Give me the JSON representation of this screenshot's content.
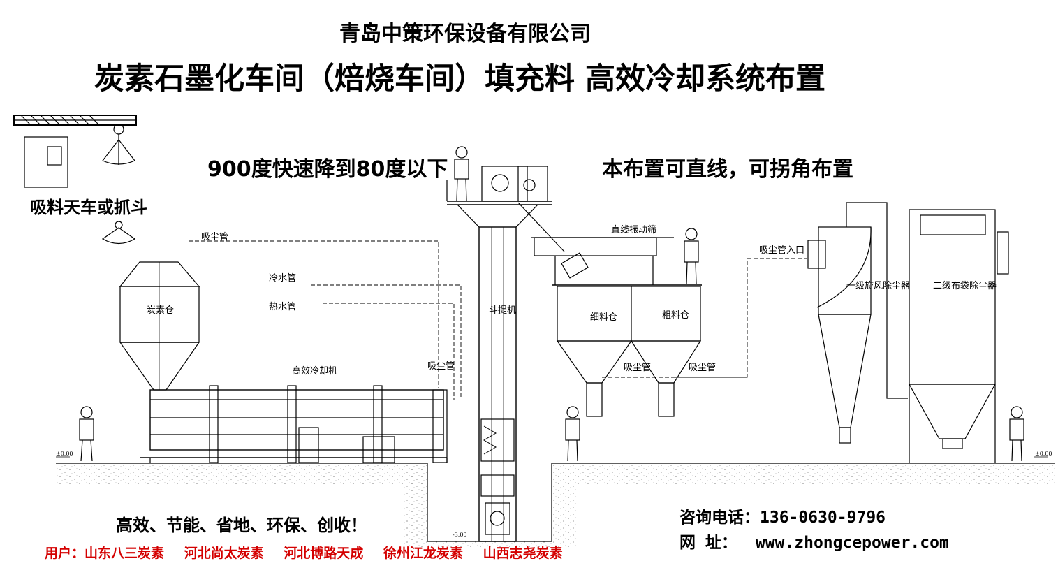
{
  "header": {
    "company": "青岛中策环保设备有限公司",
    "title": "炭素石墨化车间（焙烧车间）填充料 高效冷却系统布置"
  },
  "notes": {
    "cooling": "900度快速降到80度以下",
    "layout": "本布置可直线，可拐角布置",
    "crane": "吸料天车或抓斗"
  },
  "labels": {
    "dust_pipe": "吸尘管",
    "cold_water_pipe": "冷水管",
    "hot_water_pipe": "热水管",
    "carbon_silo": "炭素仓",
    "cooler": "高效冷却机",
    "elevator": "斗提机",
    "vibrating_screen": "直线振动筛",
    "fine_bin": "细料仓",
    "coarse_bin": "粗料仓",
    "dust_inlet": "吸尘管入口",
    "cyclone": "一级旋风除尘器",
    "bag_filter": "二级布袋除尘器",
    "level_zero": "±0.00",
    "level_pit": "-3.00"
  },
  "footer": {
    "slogan": "高效、节能、省地、环保、创收！",
    "users": [
      "用户：山东八三炭素",
      "河北尚太炭素",
      "河北博路天成",
      "徐州江龙炭素",
      "山西志尧炭素"
    ],
    "phone": "咨询电话：136-0630-9796",
    "web_label": "网  址：",
    "web_url": "www.zhongcepower.com"
  },
  "colors": {
    "ink": "#000000",
    "users_text": "#d40000"
  }
}
